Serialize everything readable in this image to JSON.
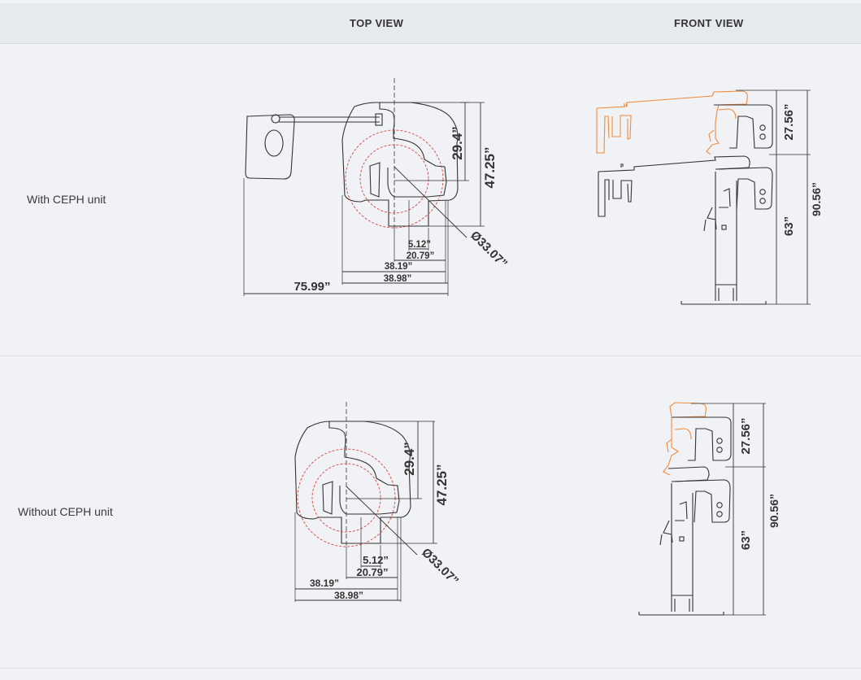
{
  "header": {
    "top_view": "TOP VIEW",
    "front_view": "FRONT VIEW"
  },
  "rows": [
    {
      "label": "With CEPH unit",
      "top_view_dims": {
        "overall_width": "75.99”",
        "depth_a": "29.4”",
        "depth_b": "47.25”",
        "offset_a": "5.12”",
        "offset_b": "20.79”",
        "width_a": "38.19”",
        "width_b": "38.98”",
        "diameter": "Ø33.07”"
      },
      "front_view_dims": {
        "upper_height": "27.56”",
        "lower_height": "63”",
        "total_height": "90.56”"
      }
    },
    {
      "label": "Without CEPH unit",
      "top_view_dims": {
        "depth_a": "29.4”",
        "depth_b": "47.25”",
        "offset_a": "5.12”",
        "offset_b": "20.79”",
        "width_a": "38.19”",
        "width_b": "38.98”",
        "diameter": "Ø33.07”"
      },
      "front_view_dims": {
        "upper_height": "27.56”",
        "lower_height": "63”",
        "total_height": "90.56”"
      }
    }
  ],
  "colors": {
    "line": "#333333",
    "accent_orange": "#f28b3c",
    "dashed_red": "#d84545",
    "background": "#f0f2f5",
    "header_bg": "#e6e9ed"
  }
}
